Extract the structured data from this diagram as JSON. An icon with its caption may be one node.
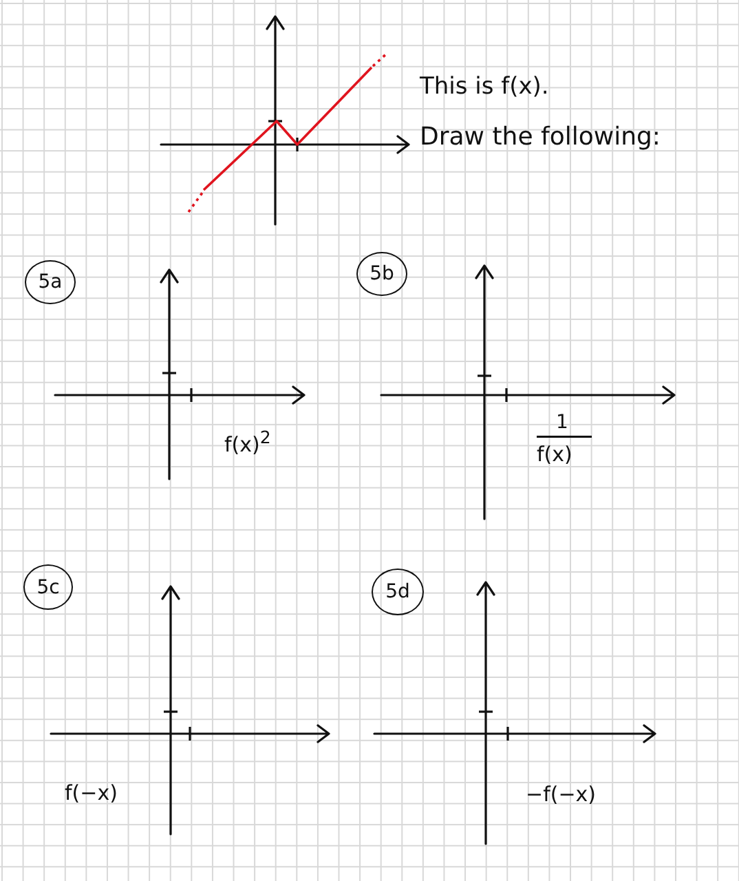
{
  "diagram": {
    "nodes": [
      {
        "text": [
          "5a"
        ]
      },
      {
        "text": [
          "5b"
        ]
      },
      {
        "text": [
          "5c"
        ]
      },
      {
        "text": [
          "5d"
        ]
      }
    ],
    "labels": [
      "This is f(x).",
      "Draw the following:",
      "f(x)$^{2}$",
      "1",
      "f(x)",
      "f(−x)",
      "−f(−x)"
    ]
  }
}
